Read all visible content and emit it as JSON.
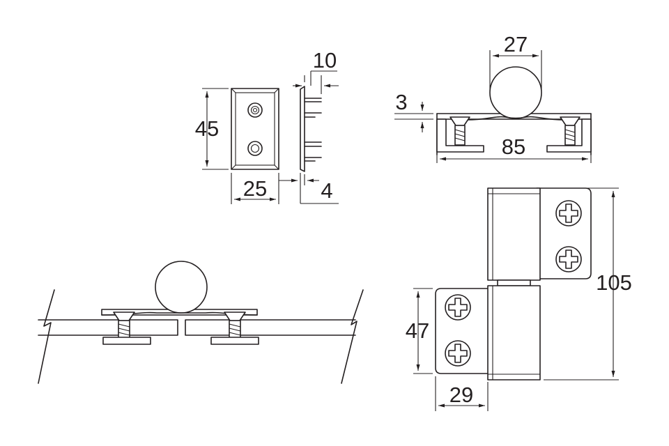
{
  "colors": {
    "ink": "#231f20",
    "background": "#ffffff"
  },
  "dimensions": {
    "plate_height": "45",
    "plate_width": "25",
    "side_depth": "10",
    "plate_thickness": "4",
    "knuckle_diameter": "27",
    "leaf_gap": "3",
    "overall_span": "85",
    "hinge_height": "105",
    "leaf_height": "47",
    "leaf_width": "29"
  }
}
